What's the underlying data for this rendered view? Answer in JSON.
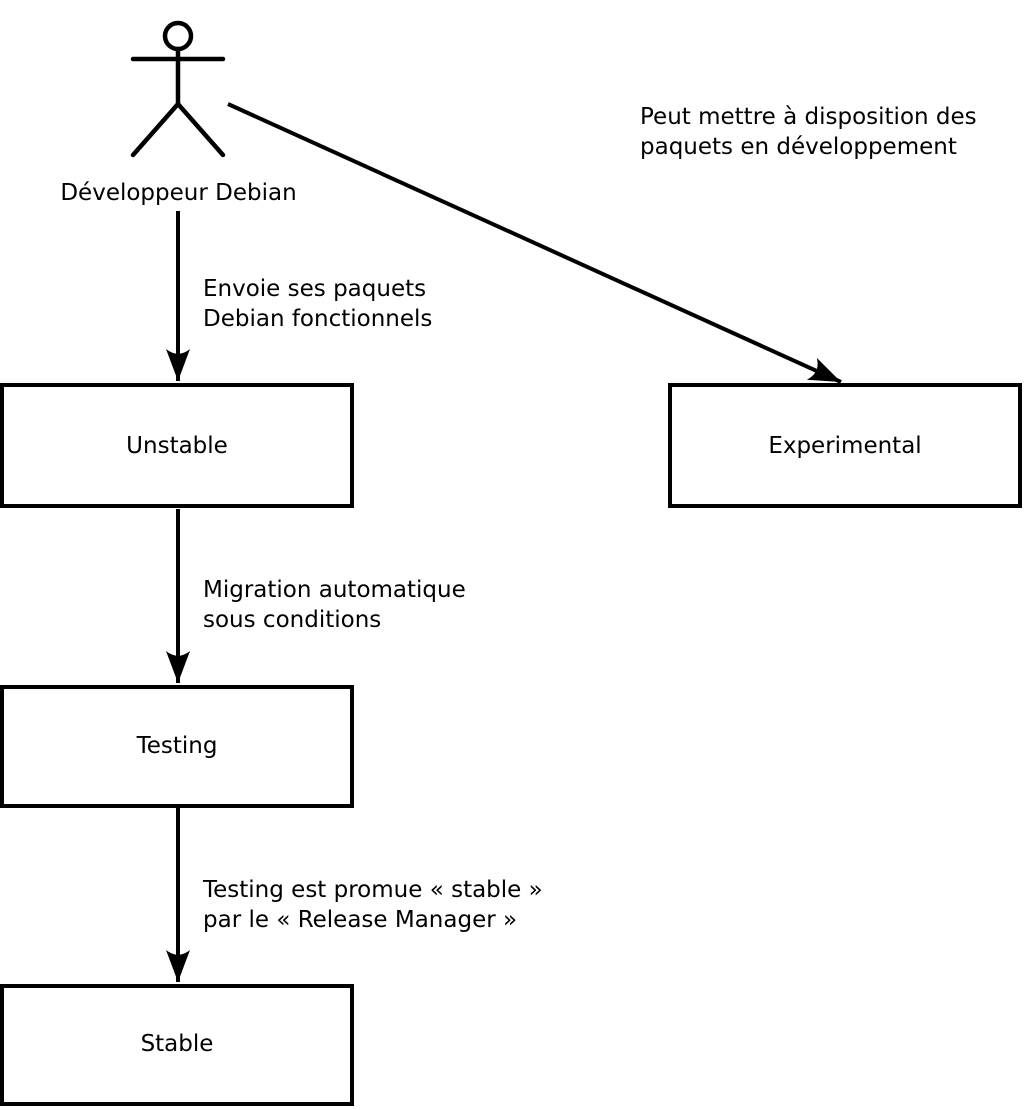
{
  "diagram": {
    "title_hint": "Debian release flow diagram",
    "colors": {
      "stroke": "#000000",
      "background": "#ffffff"
    },
    "actor": {
      "label": "Développeur Debian"
    },
    "nodes": {
      "unstable": {
        "label": "Unstable"
      },
      "experimental": {
        "label": "Experimental"
      },
      "testing": {
        "label": "Testing"
      },
      "stable": {
        "label": "Stable"
      }
    },
    "edges": {
      "developer_to_unstable": {
        "label": "Envoie ses paquets\nDebian fonctionnels"
      },
      "developer_to_experimental": {
        "label": "Peut mettre à disposition des\npaquets en développement"
      },
      "unstable_to_testing": {
        "label": "Migration automatique\nsous conditions"
      },
      "testing_to_stable": {
        "label": "Testing est promue « stable »\npar le « Release Manager »"
      }
    }
  }
}
